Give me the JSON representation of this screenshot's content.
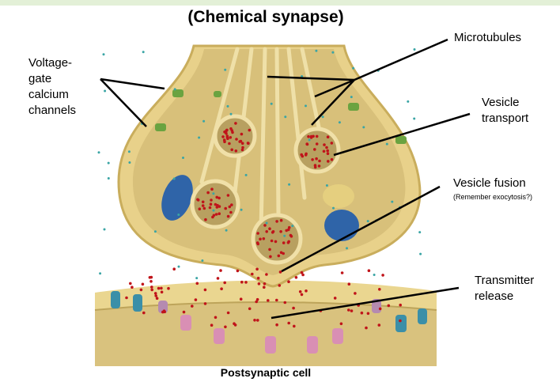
{
  "title": "(Chemical synapse)",
  "labels": {
    "voltage_gate": [
      "Voltage-",
      "gate",
      "calcium",
      "channels"
    ],
    "microtubules": "Microtubules",
    "vesicle_transport": [
      "Vesicle",
      "transport"
    ],
    "vesicle_fusion": "Vesicle fusion",
    "vesicle_fusion_note": "(Remember exocytosis?)",
    "transmitter_release": [
      "Transmitter",
      "release"
    ]
  },
  "caption": "Postsynaptic cell",
  "colors": {
    "membrane": "#e6cf86",
    "cytoplasm": "#d7c07a",
    "mitochondria": "#2f64a8",
    "neurotransmitter": "#c0141a",
    "calcium_ion": "#3aa5a5",
    "channel": "#6aa340",
    "receptor_pink": "#d98fb4",
    "receptor_teal": "#3b8fa8"
  }
}
